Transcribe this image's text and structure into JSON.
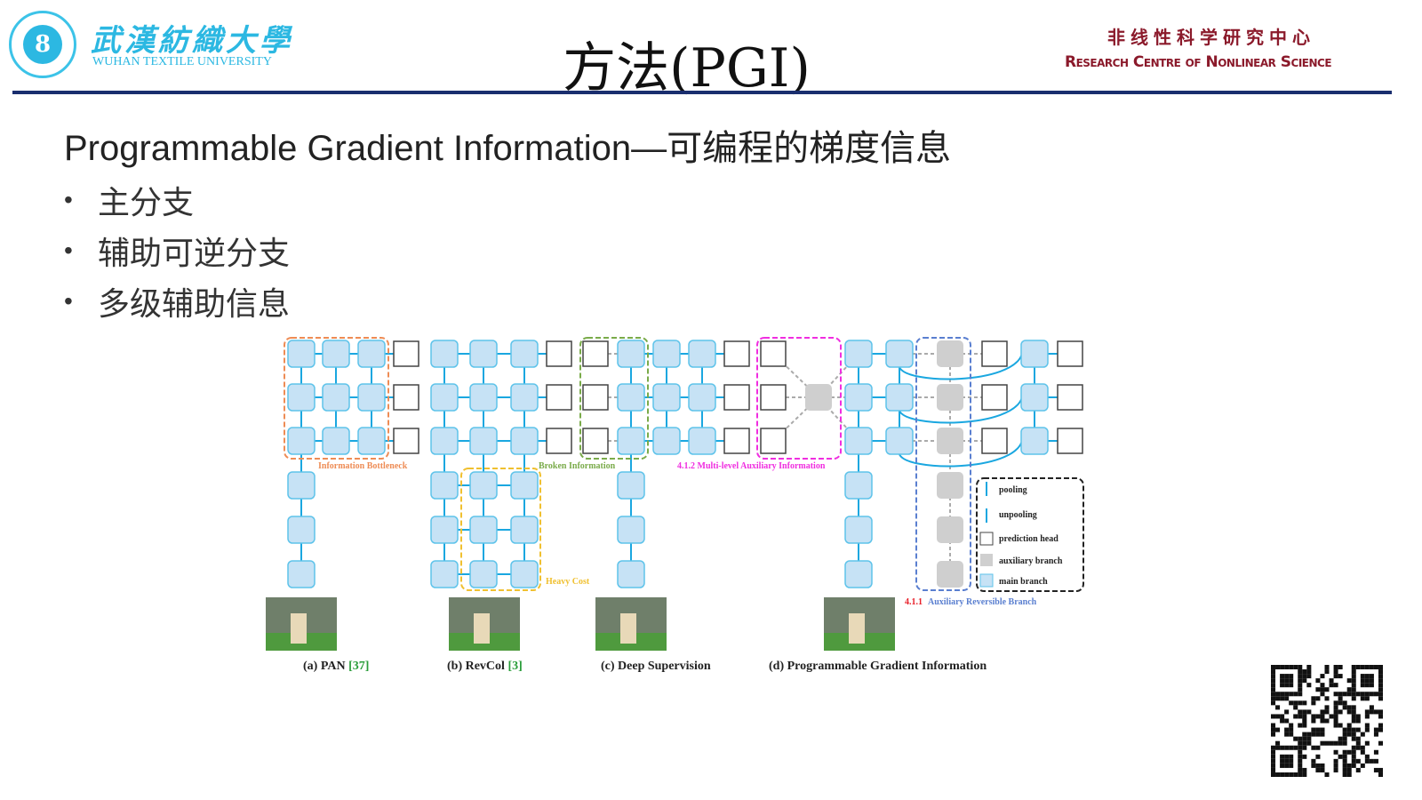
{
  "header": {
    "university_cn": "武漢紡織大學",
    "university_en": "WUHAN TEXTILE UNIVERSITY",
    "title": "方法(PGI)",
    "centre_cn": "非线性科学研究中心",
    "centre_en": "Research Centre of Nonlinear Science"
  },
  "slide": {
    "subtitle": "Programmable Gradient Information—可编程的梯度信息",
    "bullets": [
      "主分支",
      "辅助可逆分支",
      "多级辅助信息"
    ]
  },
  "figure": {
    "annotations": {
      "bottleneck": "Information Bottleneck",
      "broken": "Broken Information",
      "heavy": "Heavy Cost",
      "multilevel": "4.1.2 Multi-level Auxiliary Information",
      "reversible_num": "4.1.1",
      "reversible": "Auxiliary Reversible Branch"
    },
    "captions": [
      {
        "text": "(a) PAN ",
        "ref": "[37]"
      },
      {
        "text": "(b) RevCol ",
        "ref": "[3]"
      },
      {
        "text": "(c) Deep Supervision",
        "ref": ""
      },
      {
        "text": "(d) Programmable Gradient Information",
        "ref": ""
      }
    ],
    "legend": [
      "pooling",
      "unpooling",
      "prediction head",
      "auxiliary branch",
      "main branch"
    ],
    "colors": {
      "main": "#c6e2f5",
      "main_stroke": "#5ec3ea",
      "aux": "#cfcfcf",
      "arrow": "#1aa7e0",
      "orange": "#ee8c55",
      "green": "#7aab4a",
      "yellow": "#f0c030",
      "magenta": "#f02ee0",
      "blue_dash": "#5a7fd0",
      "red": "#e8202a"
    }
  }
}
